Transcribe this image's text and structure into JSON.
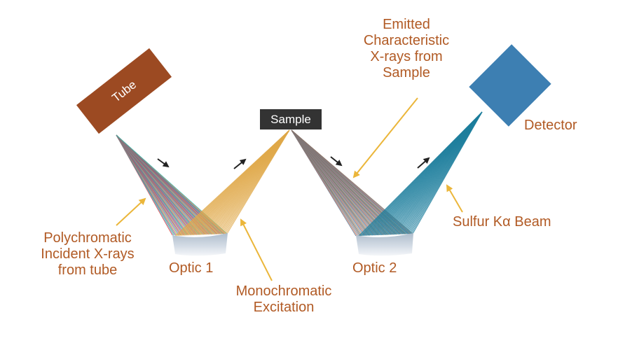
{
  "colors": {
    "label": "#b15a24",
    "tube": "#9c4a22",
    "detector": "#3d7fb2",
    "sample_box": "#333333",
    "monochromatic_beam": "#e0a94a",
    "sulfur_beam": "#1f7f9e",
    "callout_arrow": "#ebb63a"
  },
  "components": {
    "tube": "Tube",
    "sample": "Sample",
    "detector": "Detector",
    "optic1": "Optic 1",
    "optic2": "Optic 2"
  },
  "annotations": {
    "emitted": "Emitted\nCharacteristic\nX-rays from\nSample",
    "polychromatic": "Polychromatic\nIncident X-rays\nfrom tube",
    "monochromatic": "Monochromatic\nExcitation",
    "sulfur": "Sulfur Kα Beam"
  }
}
